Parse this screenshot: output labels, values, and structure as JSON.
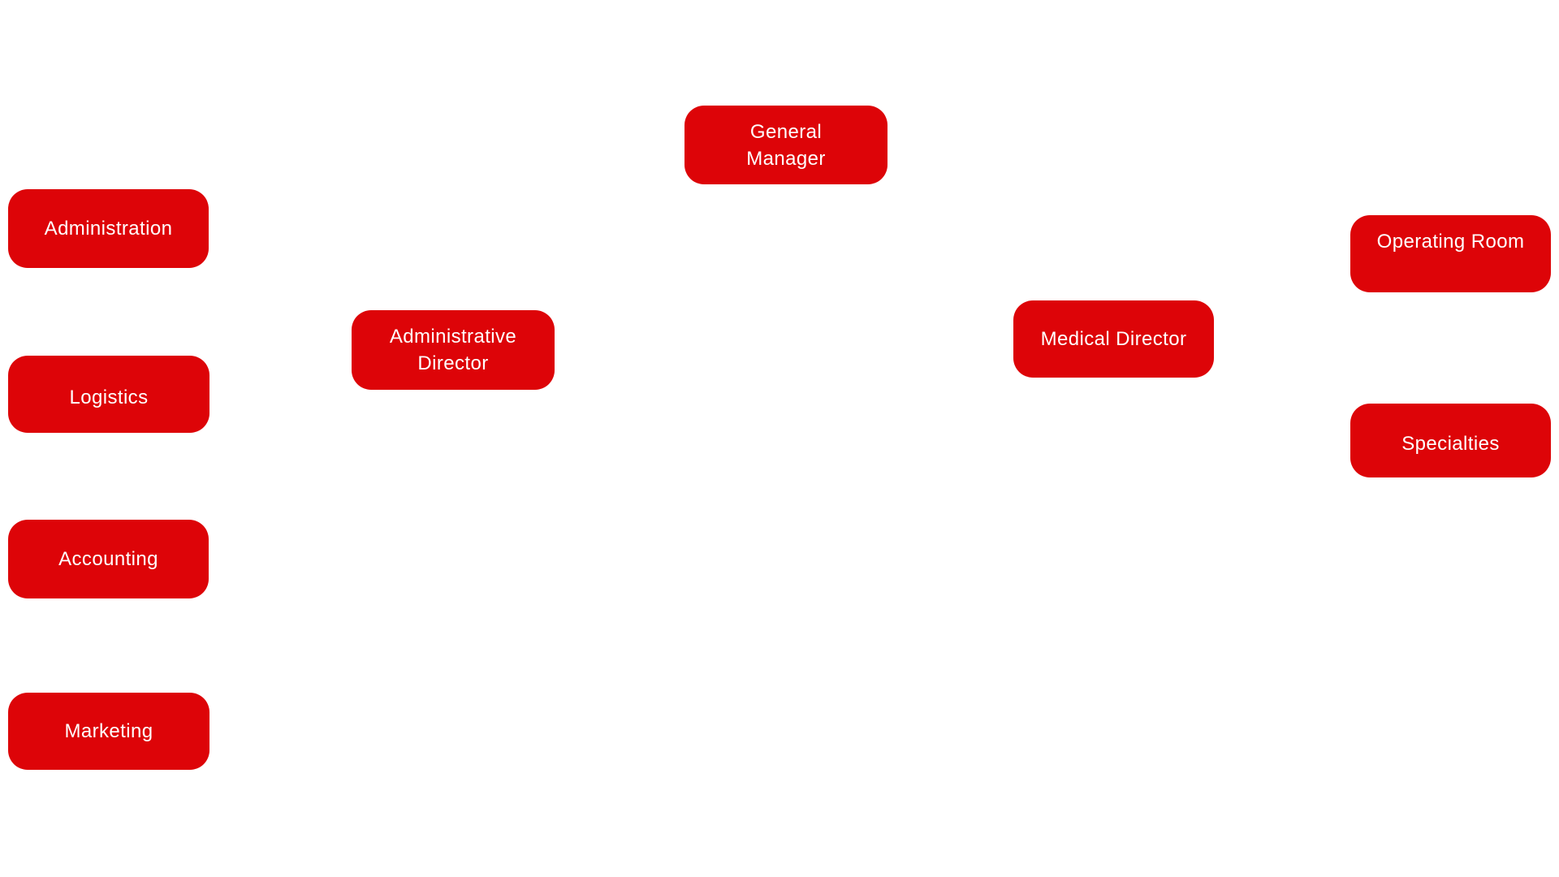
{
  "canvas": {
    "background": "#FFFFFF"
  },
  "colors": {
    "node_fill": "#DD0408",
    "node_text": "#FFFFFF"
  },
  "org_chart": {
    "type": "org-chart",
    "connectors_visible": false,
    "nodes": [
      {
        "id": "general-manager",
        "label": "General\nManager"
      },
      {
        "id": "administration",
        "label": "Administration"
      },
      {
        "id": "operating-room",
        "label": "Operating Room"
      },
      {
        "id": "administrative-director",
        "label": "Administrative\nDirector"
      },
      {
        "id": "medical-director",
        "label": "Medical Director"
      },
      {
        "id": "logistics",
        "label": "Logistics"
      },
      {
        "id": "specialties",
        "label": "Specialties"
      },
      {
        "id": "accounting",
        "label": "Accounting"
      },
      {
        "id": "marketing",
        "label": "Marketing"
      }
    ]
  }
}
